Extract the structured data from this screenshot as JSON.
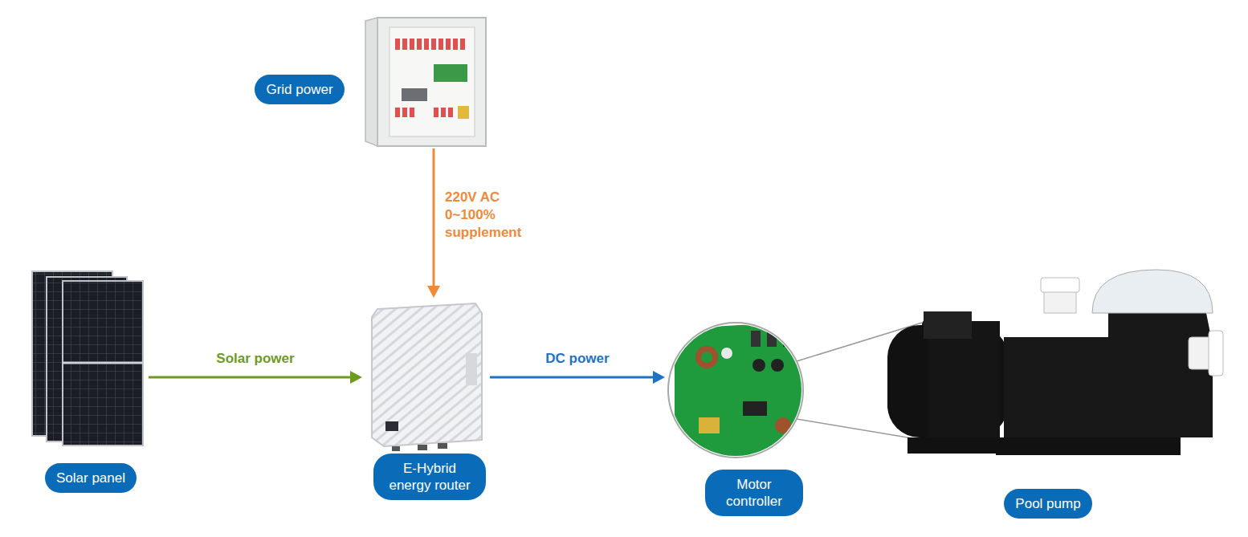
{
  "diagram": {
    "nodes": [
      {
        "text": [
          "Grid power"
        ]
      },
      {
        "text": [
          "Solar panel"
        ]
      },
      {
        "text": [
          "E-Hybrid energy router"
        ]
      },
      {
        "text": [
          "Motor controller"
        ]
      },
      {
        "text": [
          "Pool pump"
        ]
      }
    ],
    "edges": [
      {
        "from": 0,
        "to": 2,
        "arrow": "to",
        "label": "220V AC 0~100% supplement"
      },
      {
        "from": 1,
        "to": 2,
        "arrow": "to",
        "label": "Solar power"
      },
      {
        "from": 2,
        "to": 3,
        "arrow": "to",
        "label": "DC power"
      }
    ]
  }
}
